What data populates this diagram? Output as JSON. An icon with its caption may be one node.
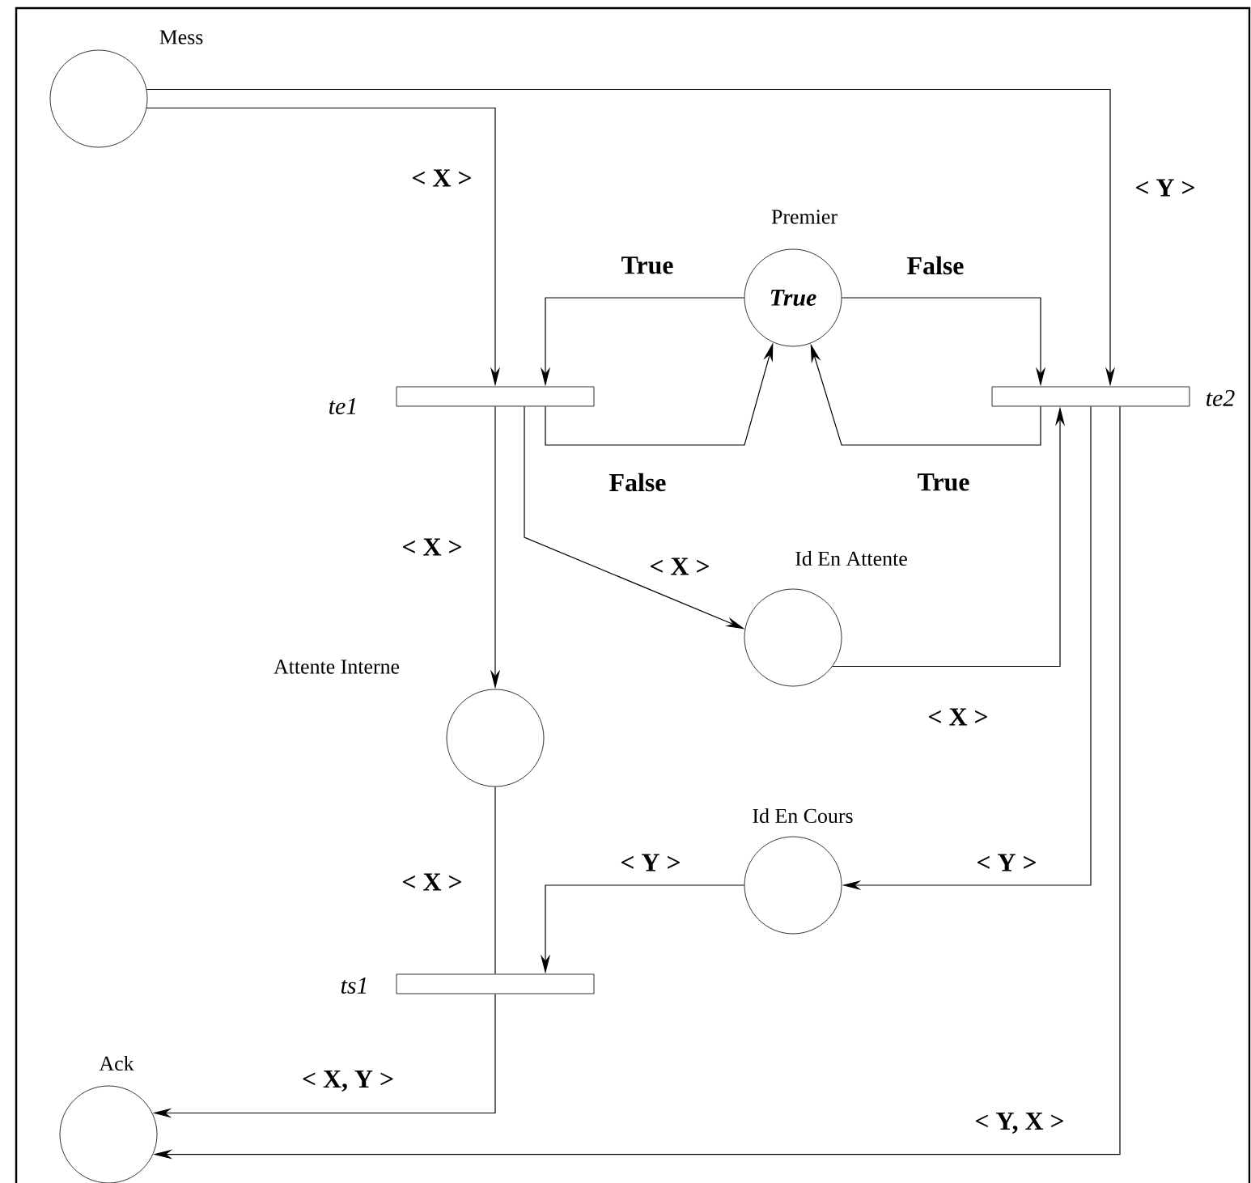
{
  "diagram": {
    "nodes": [
      {
        "text": [],
        "shape": "circle",
        "beside": [
          "Mess"
        ]
      },
      {
        "text": [
          "True"
        ],
        "beside": [
          "Premier"
        ]
      },
      {
        "text": [],
        "shape": "bar",
        "beside": [
          "te1"
        ]
      },
      {
        "text": [],
        "shape": "bar",
        "beside": [
          "te2"
        ]
      },
      {
        "text": [],
        "shape": "circle",
        "beside": [
          "Id En Attente"
        ]
      },
      {
        "text": [],
        "shape": "circle",
        "beside": [
          "Attente Interne"
        ]
      },
      {
        "text": [],
        "shape": "circle",
        "beside": [
          "Id En Cours"
        ]
      },
      {
        "text": [],
        "shape": "bar",
        "beside": [
          "ts1"
        ]
      },
      {
        "text": [],
        "shape": "circle",
        "beside": [
          "Ack"
        ]
      }
    ],
    "edges": [
      {
        "from": 0,
        "to": 2,
        "arrow": "to",
        "label": "< X >"
      },
      {
        "from": 0,
        "to": 3,
        "arrow": "to",
        "label": "< Y >"
      },
      {
        "from": 1,
        "to": 2,
        "arrow": "to",
        "label": "True"
      },
      {
        "from": 1,
        "to": 3,
        "arrow": "to",
        "label": "False"
      },
      {
        "from": 2,
        "to": 1,
        "arrow": "to",
        "label": "False"
      },
      {
        "from": 3,
        "to": 1,
        "arrow": "to",
        "label": "True"
      },
      {
        "from": 2,
        "to": 5,
        "arrow": "to",
        "label": "< X >"
      },
      {
        "from": 2,
        "to": 4,
        "arrow": "to",
        "label": "< X >"
      },
      {
        "from": 4,
        "to": 3,
        "arrow": "to",
        "label": "< X >"
      },
      {
        "from": 3,
        "to": 6,
        "arrow": "to",
        "label": "< Y >"
      },
      {
        "from": 6,
        "to": 7,
        "arrow": "to",
        "label": "< Y >"
      },
      {
        "from": 5,
        "to": 7,
        "arrow": "none",
        "label": "< X >"
      },
      {
        "from": 7,
        "to": 8,
        "arrow": "to",
        "label": "< X, Y >"
      },
      {
        "from": 3,
        "to": 8,
        "arrow": "to",
        "label": "< Y, X >"
      }
    ]
  }
}
